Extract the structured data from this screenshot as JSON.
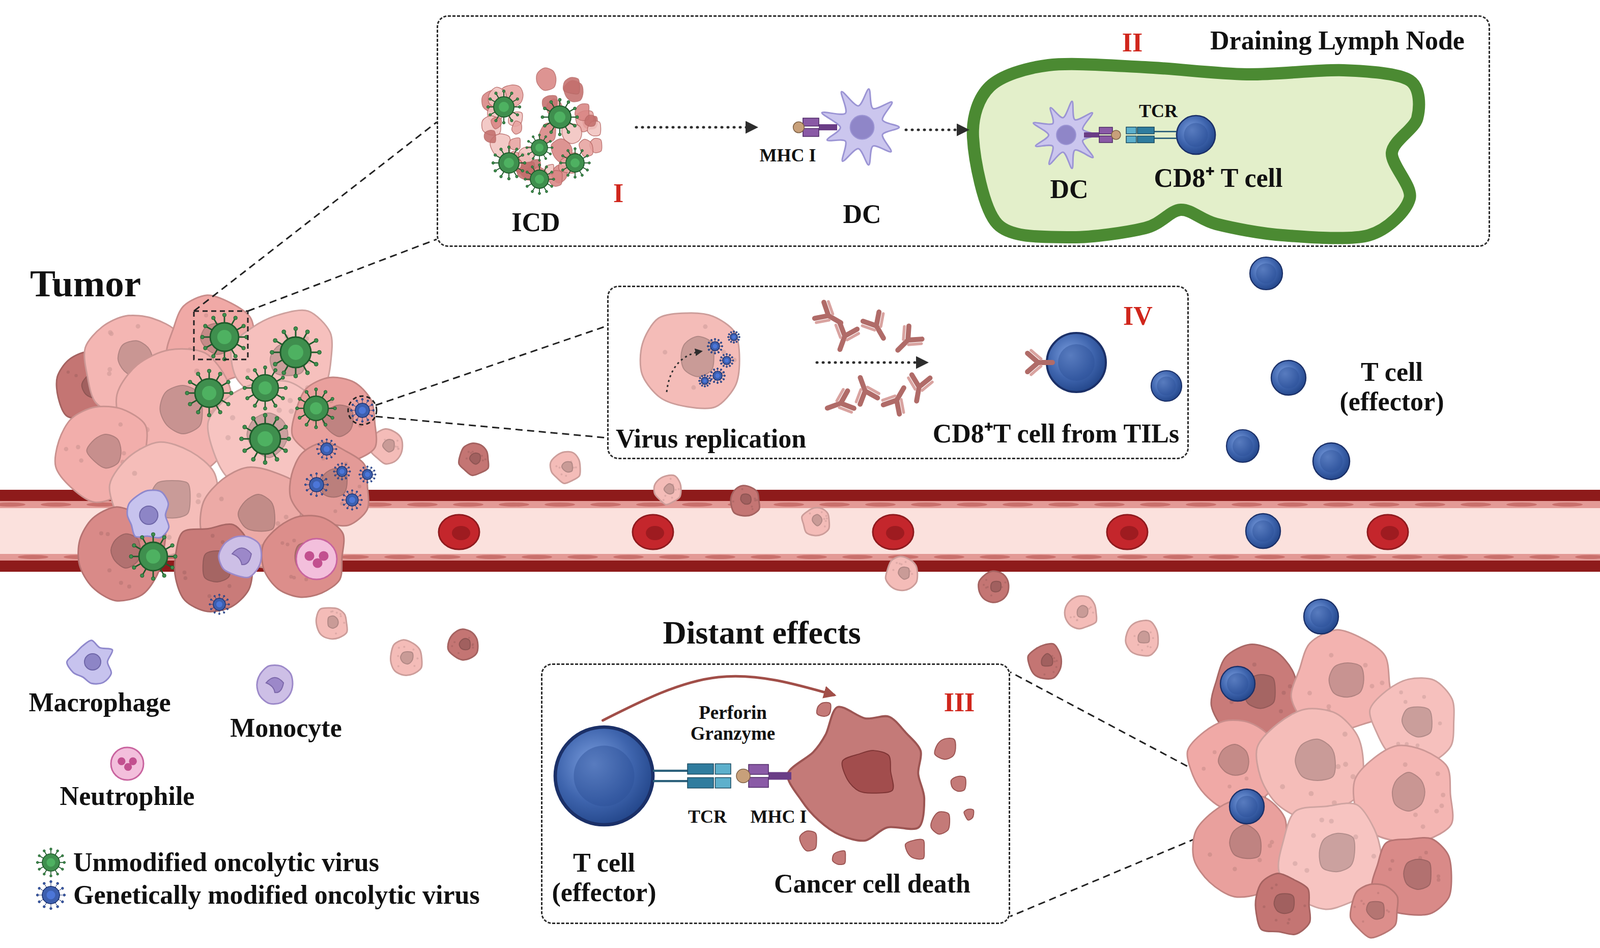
{
  "diagram": {
    "nodes": [
      {
        "text": [
          "Tumor"
        ]
      },
      {
        "text": [
          "Draining Lymph Node"
        ]
      },
      {
        "text": [
          "I",
          "ICD"
        ],
        "in": 1
      },
      {
        "text": [
          "MHC I",
          "DC"
        ],
        "in": 1
      },
      {
        "text": [
          "II",
          "DC",
          "TCR",
          "CD8⁺ T cell"
        ],
        "in": 1
      },
      {
        "text": [
          "IV"
        ]
      },
      {
        "text": [
          "Virus replication"
        ],
        "in": 5
      },
      {
        "text": [
          "CD8⁺T cell from TILs"
        ],
        "in": 5
      },
      {
        "text": [
          "T cell (effector)"
        ]
      },
      {
        "text": [
          "Distant effects",
          "III"
        ]
      },
      {
        "text": [
          "T cell (effector)",
          "TCR"
        ],
        "in": 9
      },
      {
        "text": [
          "MHC I",
          "Cancer cell death"
        ],
        "in": 9
      }
    ],
    "edges": [
      {
        "from": 2,
        "to": 3,
        "arrow": "to"
      },
      {
        "from": 3,
        "to": 4,
        "arrow": "to"
      },
      {
        "from": 6,
        "to": 7,
        "arrow": "to"
      },
      {
        "from": 10,
        "to": 11,
        "label": "Perforin Granzyme",
        "arrow": "to"
      }
    ],
    "legend": [
      {
        "text": "Macrophage"
      },
      {
        "text": "Monocyte"
      },
      {
        "text": "Neutrophile"
      },
      {
        "text": "Unmodified oncolytic virus"
      },
      {
        "text": "Genetically modified oncolytic virus"
      }
    ]
  }
}
